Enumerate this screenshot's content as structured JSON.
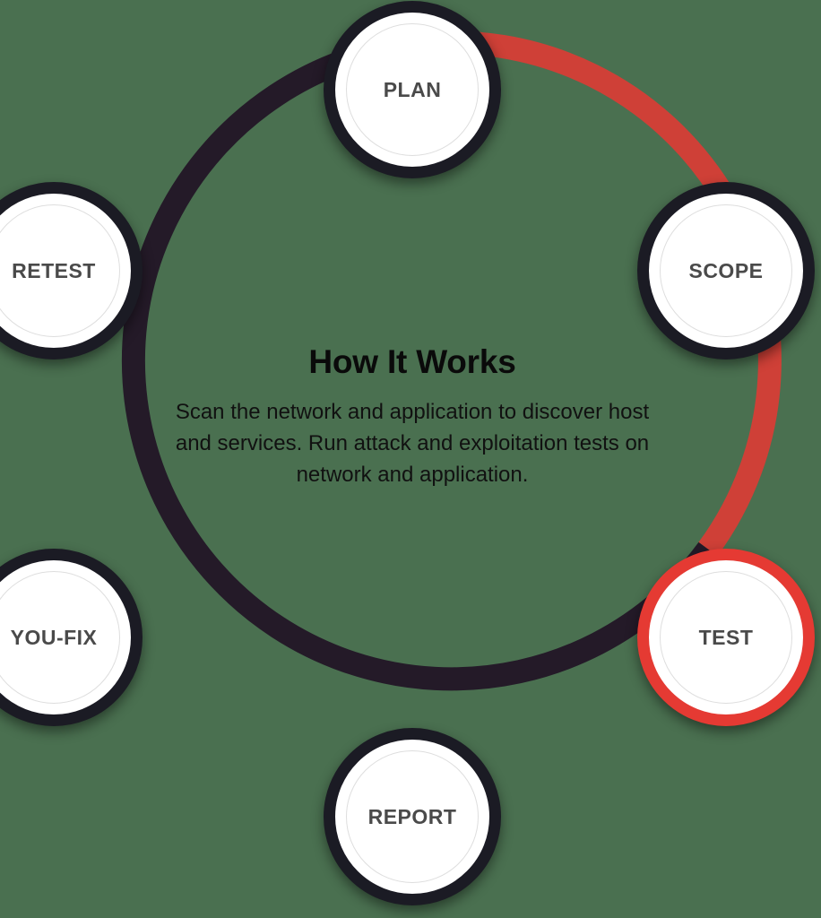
{
  "diagram": {
    "title": "How It Works",
    "description": "Scan the network and application to discover host and services. Run attack and exploitation tests on network and application.",
    "shape": "cycle",
    "colors": {
      "background": "#4A7050",
      "arc_dark": "#241A28",
      "arc_accent": "#CF4037",
      "node_ring_dark": "#1B1B24",
      "node_ring_accent": "#E53A33",
      "node_fill": "#FFFFFF",
      "node_inner_ring": "#DEDEDE",
      "node_label": "#4A4A4A",
      "title_text": "#0A0A0A",
      "body_text": "#111111"
    },
    "nodes": [
      {
        "id": "plan",
        "label": "PLAN",
        "state": "default",
        "angle_deg": -90
      },
      {
        "id": "scope",
        "label": "SCOPE",
        "state": "default",
        "angle_deg": -30
      },
      {
        "id": "test",
        "label": "TEST",
        "state": "highlight",
        "angle_deg": 30
      },
      {
        "id": "report",
        "label": "REPORT",
        "state": "default",
        "angle_deg": 90
      },
      {
        "id": "youfix",
        "label": "YOU-FIX",
        "state": "default",
        "angle_deg": 150
      },
      {
        "id": "retest",
        "label": "RETEST",
        "state": "default",
        "angle_deg": -150
      }
    ],
    "segments": [
      {
        "from": "plan",
        "to": "scope",
        "style": "accent"
      },
      {
        "from": "scope",
        "to": "test",
        "style": "accent"
      },
      {
        "from": "test",
        "to": "report",
        "style": "dark"
      },
      {
        "from": "report",
        "to": "youfix",
        "style": "dark"
      },
      {
        "from": "youfix",
        "to": "retest",
        "style": "dark"
      },
      {
        "from": "retest",
        "to": "plan",
        "style": "dark"
      }
    ]
  }
}
